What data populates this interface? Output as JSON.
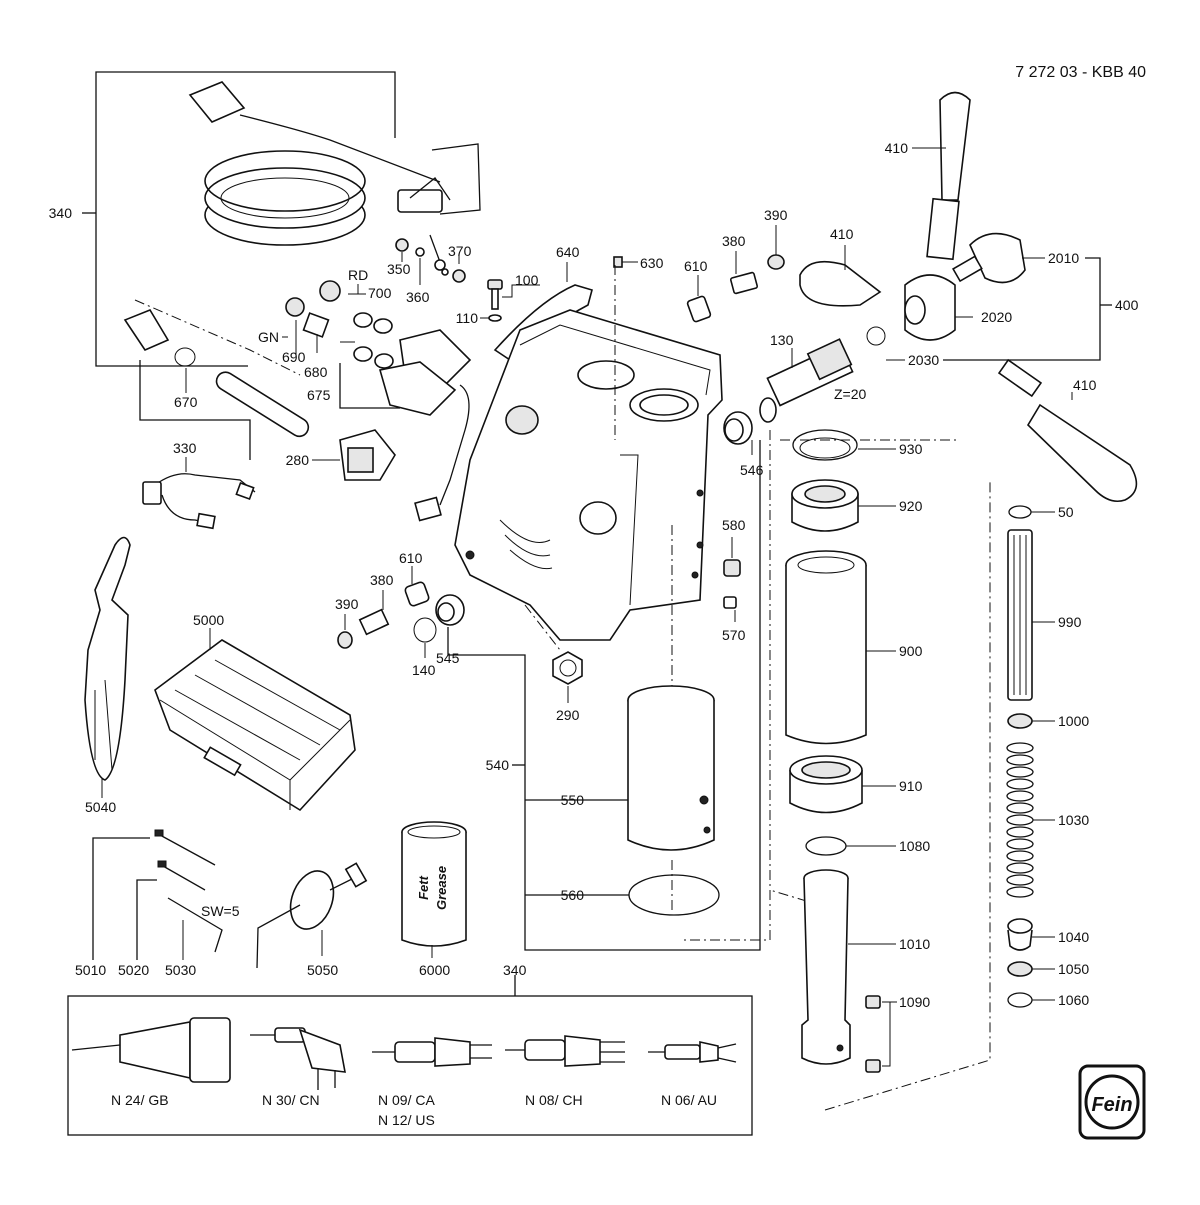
{
  "header": {
    "doc_code": "7 272 03 - KBB 40"
  },
  "labels": {
    "l340a": "340",
    "l350": "350",
    "l360": "360",
    "l370": "370",
    "lRD": "RD",
    "l700": "700",
    "l100": "100",
    "l110": "110",
    "l640": "640",
    "l630": "630",
    "l610a": "610",
    "l380a": "380",
    "l390a": "390",
    "l410a": "410",
    "l410b": "410",
    "l410c": "410",
    "l2010": "2010",
    "l400": "400",
    "l2020": "2020",
    "l2030": "2030",
    "l130": "130",
    "lZ": "Z=20",
    "lGN": "GN",
    "l690": "690",
    "l680": "680",
    "l675": "675",
    "l670": "670",
    "l330": "330",
    "l280": "280",
    "l546": "546",
    "l930": "930",
    "l920": "920",
    "l580": "580",
    "l570": "570",
    "l610b": "610",
    "l380b": "380",
    "l390b": "390",
    "l140": "140",
    "l545": "545",
    "l290": "290",
    "l5000": "5000",
    "l5040": "5040",
    "l540": "540",
    "l550": "550",
    "l560": "560",
    "l900": "900",
    "l910": "910",
    "l1080": "1080",
    "l1010": "1010",
    "l1090": "1090",
    "l50": "50",
    "l990": "990",
    "l1000": "1000",
    "l1030": "1030",
    "l1040": "1040",
    "l1050": "1050",
    "l1060": "1060",
    "lSW": "SW=5",
    "l5010": "5010",
    "l5020": "5020",
    "l5030": "5030",
    "l5050": "5050",
    "l6000": "6000",
    "l340b": "340",
    "can_fett": "Fett",
    "can_grease": "Grease"
  },
  "plugs": {
    "gb": "N 24/ GB",
    "cn": "N 30/ CN",
    "ca": "N 09/ CA",
    "us": "N 12/ US",
    "ch": "N 08/ CH",
    "au": "N 06/ AU"
  },
  "brand": {
    "logo_text": "Fein"
  }
}
